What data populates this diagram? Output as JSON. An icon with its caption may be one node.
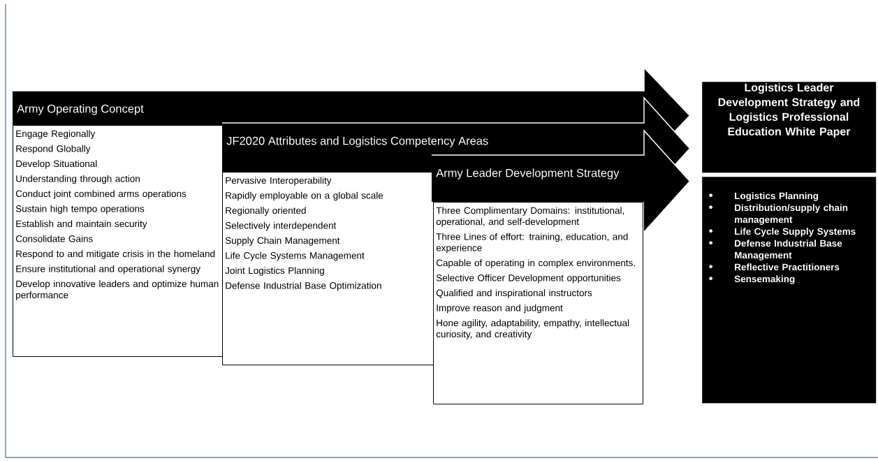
{
  "diagram": {
    "nodes": [
      {
        "text": [
          "Army Operating Concept"
        ]
      },
      {
        "text": [
          "Engage Regionally",
          "Respond Globally",
          "Develop Situational",
          "Understanding through action",
          "Conduct joint combined arms operations",
          "Sustain high tempo operations",
          "Establish and maintain security",
          "Consolidate Gains",
          "Respond to and mitigate crisis in the homeland",
          "Ensure institutional and operational synergy",
          "Develop innovative leaders and optimize human performance"
        ]
      },
      {
        "text": [
          "JF2020 Attributes and Logistics Competency Areas"
        ]
      },
      {
        "text": [
          "Pervasive Interoperability",
          "Rapidly employable on a global scale",
          "Regionally oriented",
          "Selectively interdependent",
          "Supply Chain Management",
          "Life Cycle Systems Management",
          "Joint Logistics Planning",
          "Defense Industrial Base Optimization"
        ]
      },
      {
        "text": [
          "Army Leader Development Strategy"
        ]
      },
      {
        "text": [
          "Three Complimentary Domains: institutional, operational, and self-development",
          "Three Lines of effort: training, education, and experience",
          "Capable of operating in complex environments.",
          "Selective Officer Development opportunities",
          "Qualified and inspirational instructors",
          "Improve reason and judgment",
          "Hone agility, adaptability, empathy, intellectual curiosity, and creativity"
        ]
      },
      {
        "text": [
          "Logistics Leader Development Strategy and Logistics Professional Education White Paper"
        ]
      },
      {
        "text": [
          "Logistics Planning",
          "Distribution/supply chain management",
          "Life Cycle Supply Systems",
          "Defense Industrial Base Management",
          "Reflective Practitioners",
          "Sensemaking"
        ]
      }
    ]
  }
}
